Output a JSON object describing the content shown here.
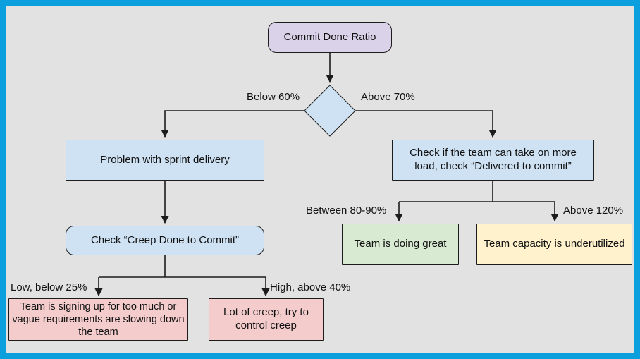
{
  "diagram": {
    "title": "Commit Done Ratio decision flowchart",
    "colors": {
      "frame_border": "#0b9fdd",
      "background": "#e2e2e2",
      "node_stroke": "#1c1c1c",
      "purple": "#d9d2e9",
      "blue": "#cfe2f3",
      "green": "#d9ead3",
      "yellow": "#fff2cc",
      "pink": "#f4cccc"
    }
  },
  "nodes": {
    "root": {
      "label": "Commit Done Ratio",
      "fill": "#d9d2e9",
      "shape": "rounded"
    },
    "decision": {
      "label": "",
      "fill": "#cfe2f3",
      "shape": "diamond"
    },
    "problem": {
      "label": "Problem with sprint delivery",
      "fill": "#cfe2f3",
      "shape": "rect"
    },
    "check_load": {
      "label": "Check if the team can take on more load, check “Delivered to commit”",
      "fill": "#cfe2f3",
      "shape": "rect"
    },
    "check_creep": {
      "label": "Check “Creep Done to Commit”",
      "fill": "#cfe2f3",
      "shape": "rounded"
    },
    "too_much": {
      "label": "Team is signing up for too much or vague requirements are slowing down the team",
      "fill": "#f4cccc",
      "shape": "rect"
    },
    "lot_creep": {
      "label": "Lot of creep, try to control creep",
      "fill": "#f4cccc",
      "shape": "rect"
    },
    "doing_great": {
      "label": "Team is doing great",
      "fill": "#d9ead3",
      "shape": "rect"
    },
    "underutilized": {
      "label": "Team capacity is underutilized",
      "fill": "#fff2cc",
      "shape": "rect"
    }
  },
  "edge_labels": {
    "below_60": "Below 60%",
    "above_70": "Above 70%",
    "between_80_90": "Between 80-90%",
    "above_120": "Above 120%",
    "low_below_25": "Low, below 25%",
    "high_above_40": "High, above 40%"
  }
}
